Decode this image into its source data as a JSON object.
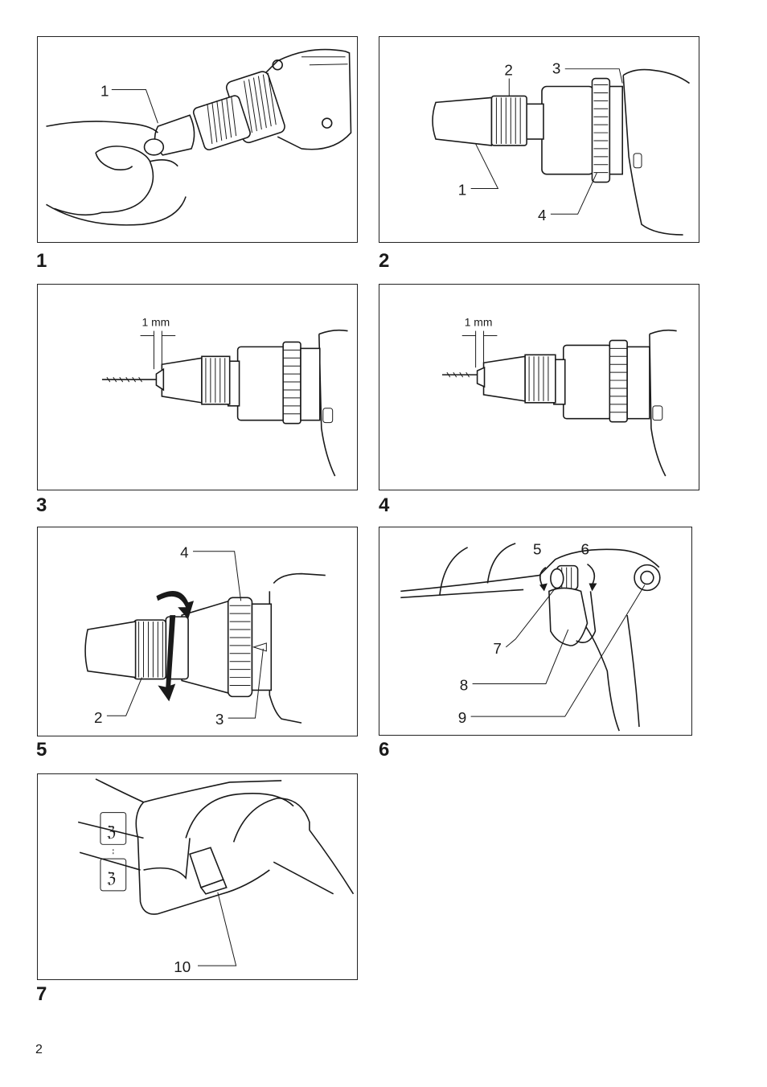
{
  "figures": [
    {
      "number": "1",
      "callouts": [
        "1"
      ]
    },
    {
      "number": "2",
      "callouts": [
        "1",
        "2",
        "3",
        "4"
      ]
    },
    {
      "number": "3",
      "callouts": [],
      "dimension": "1 mm"
    },
    {
      "number": "4",
      "callouts": [],
      "dimension": "1 mm"
    },
    {
      "number": "5",
      "callouts": [
        "2",
        "3",
        "4"
      ]
    },
    {
      "number": "6",
      "callouts": [
        "5",
        "6",
        "7",
        "8",
        "9"
      ]
    },
    {
      "number": "7",
      "callouts": [
        "10"
      ]
    }
  ],
  "page_number": "2"
}
